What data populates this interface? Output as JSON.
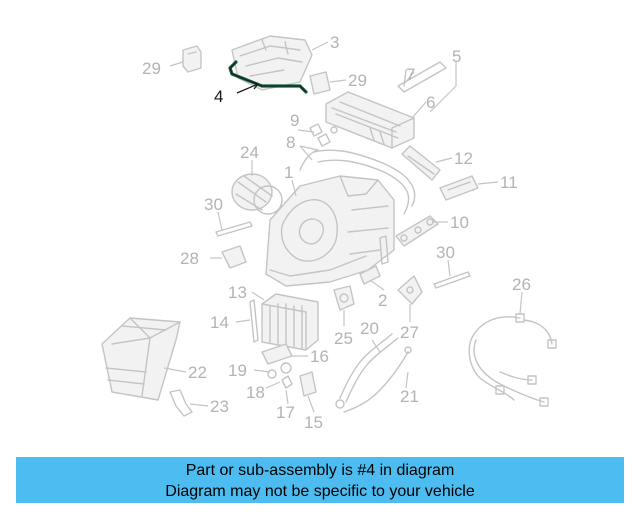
{
  "diagram": {
    "callouts": [
      "29",
      "3",
      "4",
      "29",
      "5",
      "7",
      "6",
      "9",
      "8",
      "24",
      "1",
      "12",
      "11",
      "30",
      "10",
      "28",
      "30",
      "13",
      "2",
      "26",
      "14",
      "25",
      "27",
      "20",
      "22",
      "16",
      "19",
      "18",
      "17",
      "15",
      "21",
      "23"
    ],
    "highlighted_callout": "4",
    "colors": {
      "highlight": "#0f5f3a",
      "parts": "#c4c4c4",
      "labels": "#b3b3b3",
      "banner": "#4dbcf0"
    }
  },
  "banner": {
    "line1": "Part or sub-assembly is #4 in diagram",
    "line2": "Diagram may not be specific to your vehicle"
  }
}
